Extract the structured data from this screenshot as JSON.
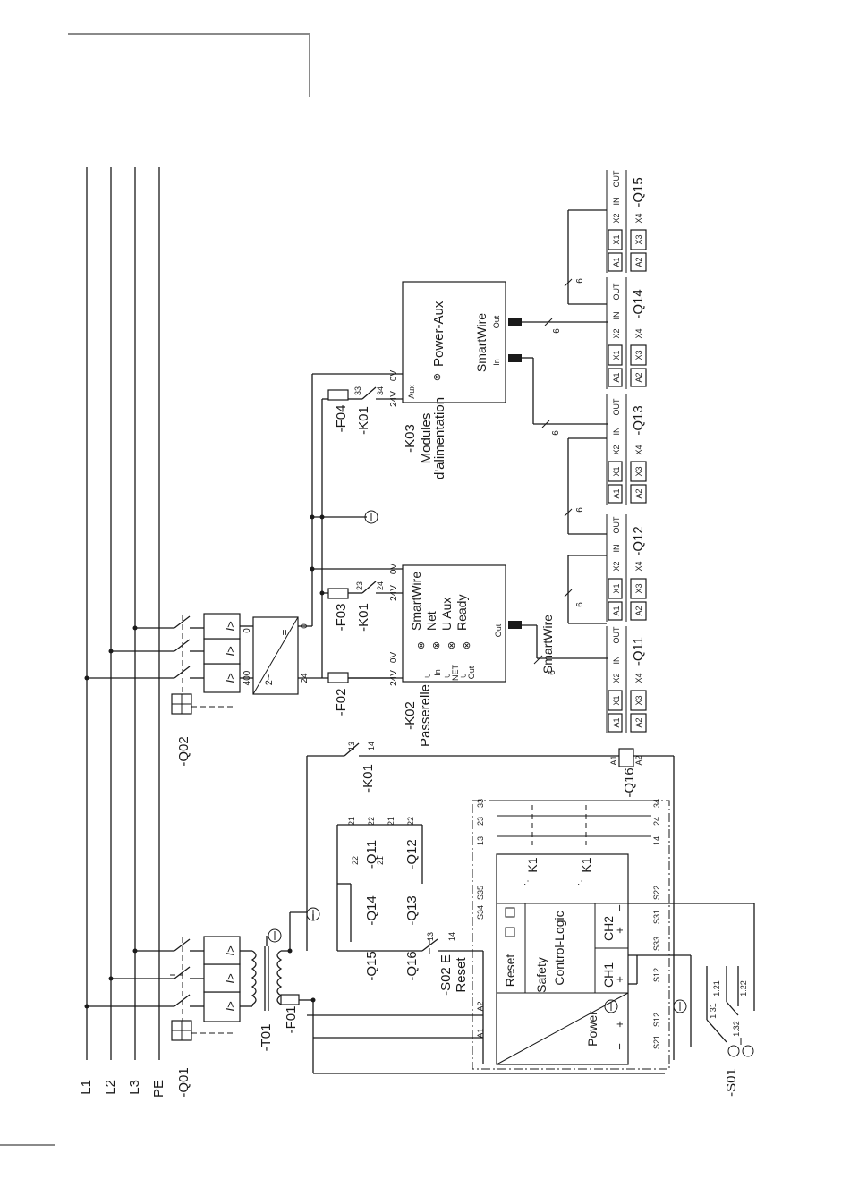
{
  "buses": [
    "L1",
    "L2",
    "L3",
    "PE"
  ],
  "breakers": {
    "q01": "-Q01",
    "q02": "-Q02",
    "trip_symbol": "I>"
  },
  "transformer": {
    "t01": "-T01",
    "f01": "-F01"
  },
  "power_supply": {
    "tag_400": "400",
    "tag_0a": "0",
    "tag_0b": "0",
    "tag_24": "24",
    "ac_symbol": "2~",
    "dc_symbol": "="
  },
  "fuses": {
    "f02": "-F02",
    "f03": "-F03",
    "f04": "-F04"
  },
  "relay_k01": {
    "label": "-K01",
    "c13": "13",
    "c14": "14",
    "c23": "23",
    "c24": "24",
    "c33": "33",
    "c34": "34"
  },
  "gateway_k02": {
    "tag": "-K02",
    "name": "Passerelle",
    "v24": "24V",
    "v0": "0V",
    "v24b": "24V",
    "v0b": "0V",
    "port_in": "In",
    "port_net": "NET",
    "port_out": "Out",
    "port_out2": "Out",
    "led_smartwire": "SmartWire",
    "led_net": "Net",
    "led_uaux": "U Aux",
    "led_ready": "Ready",
    "bus_label": "SmartWire"
  },
  "power_module_k03": {
    "tag": "-K03",
    "name_line1": "Modules",
    "name_line2": "d'alimentation",
    "v24": "24V",
    "v0": "0V",
    "aux": "Aux",
    "led_power_aux": "Power-Aux",
    "smartwire": "SmartWire",
    "port_in": "In",
    "port_out": "Out"
  },
  "smartwire_modules": [
    {
      "tag": "-Q11",
      "t_a1": "A1",
      "t_x1": "X1",
      "t_x2": "X2",
      "t_in": "IN",
      "t_out": "OUT",
      "t_a2": "A2",
      "t_x3": "X3",
      "t_x4": "X4"
    },
    {
      "tag": "-Q12",
      "t_a1": "A1",
      "t_x1": "X1",
      "t_x2": "X2",
      "t_in": "IN",
      "t_out": "OUT",
      "t_a2": "A2",
      "t_x3": "X3",
      "t_x4": "X4"
    },
    {
      "tag": "-Q13",
      "t_a1": "A1",
      "t_x1": "X1",
      "t_x2": "X2",
      "t_in": "IN",
      "t_out": "OUT",
      "t_a2": "A2",
      "t_x3": "X3",
      "t_x4": "X4"
    },
    {
      "tag": "-Q14",
      "t_a1": "A1",
      "t_x1": "X1",
      "t_x2": "X2",
      "t_in": "IN",
      "t_out": "OUT",
      "t_a2": "A2",
      "t_x3": "X3",
      "t_x4": "X4"
    },
    {
      "tag": "-Q15",
      "t_a1": "A1",
      "t_x1": "X1",
      "t_x2": "X2",
      "t_in": "IN",
      "t_out": "OUT",
      "t_a2": "A2",
      "t_x3": "X3",
      "t_x4": "X4"
    }
  ],
  "cable_count": "6",
  "q16": {
    "tag": "-Q16",
    "a1": "A1",
    "a2": "A2"
  },
  "interlock": {
    "q11": "-Q11",
    "q12": "-Q12",
    "q13": "-Q13",
    "q14": "-Q14",
    "q15": "-Q15",
    "q16": "-Q16",
    "t21": "21",
    "t22": "22",
    "t13": "13",
    "t14": "14"
  },
  "reset_button": {
    "tag": "-S02 E",
    "label": "Reset"
  },
  "safety_relay": {
    "a1": "A1",
    "a2": "A2",
    "reset": "Reset",
    "safety": "Safety",
    "logic": "Control-Logic",
    "ch1": "CH1",
    "ch2": "CH2",
    "power": "Power",
    "k1": "K1",
    "t_s21": "S21",
    "t_s12": "S12",
    "t_s12b": "S12",
    "t_s33": "S33",
    "t_s31": "S31",
    "t_s22": "S22",
    "t_s34": "S34",
    "t_s35": "S35",
    "t_13": "13",
    "t_14": "14",
    "t_23": "23",
    "t_24": "24",
    "t_33": "33",
    "t_34": "34",
    "plus": "+",
    "minus": "−"
  },
  "estop": {
    "tag": "-S01",
    "c131": "1.31",
    "c132": "1.32",
    "c121": "1.21",
    "c122": "1.22"
  }
}
